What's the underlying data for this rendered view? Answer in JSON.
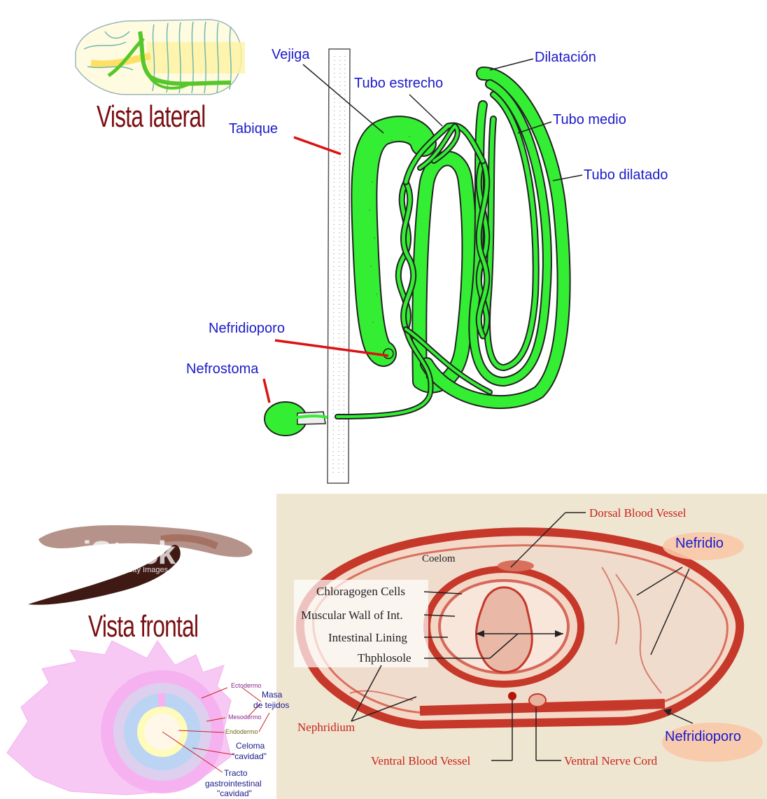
{
  "top_diagram": {
    "title_lateral": "Vista lateral",
    "labels": {
      "vejiga": "Vejiga",
      "tubo_estrecho": "Tubo estrecho",
      "dilatacion": "Dilatación",
      "tabique": "Tabique",
      "tubo_medio": "Tubo medio",
      "tubo_dilatado": "Tubo dilatado",
      "nefridioporo": "Nefridioporo",
      "nefrostoma": "Nefrostoma"
    },
    "colors": {
      "tube": "#33ee33",
      "label": "#1a1acc",
      "pointer": "#dd1111",
      "title": "#7a0f12"
    }
  },
  "photo": {
    "watermark": "iStock",
    "watermark_sub": "by Getty Images",
    "title_frontal": "Vista frontal"
  },
  "cross_section_schematic": {
    "labels": {
      "ectodermo": "Ectodermo",
      "mesodermo": "Mesodermo",
      "endodermo": "Endodermo",
      "masa": "Masa",
      "de_tejidos": "de tejidos",
      "celoma": "Celoma",
      "celoma_cavidad": "\"cavidad\"",
      "tracto": "Tracto",
      "gastrointestinal": "gastrointestinal",
      "tracto_cavidad": "\"cavidad\""
    }
  },
  "histology": {
    "labels": {
      "dorsal_blood_vessel": "Dorsal Blood Vessel",
      "coelom": "Coelom",
      "chloragogen": "Chloragogen Cells",
      "muscular_wall": "Muscular Wall of Int.",
      "intestinal_lining": "Intestinal Lining",
      "thphlosole": "Thphlosole",
      "nephridium": "Nephridium",
      "ventral_blood_vessel": "Ventral Blood Vessel",
      "ventral_nerve_cord": "Ventral Nerve Cord",
      "nefridio": "Nefridio",
      "nefridioporo": "Nefridioporo"
    }
  }
}
